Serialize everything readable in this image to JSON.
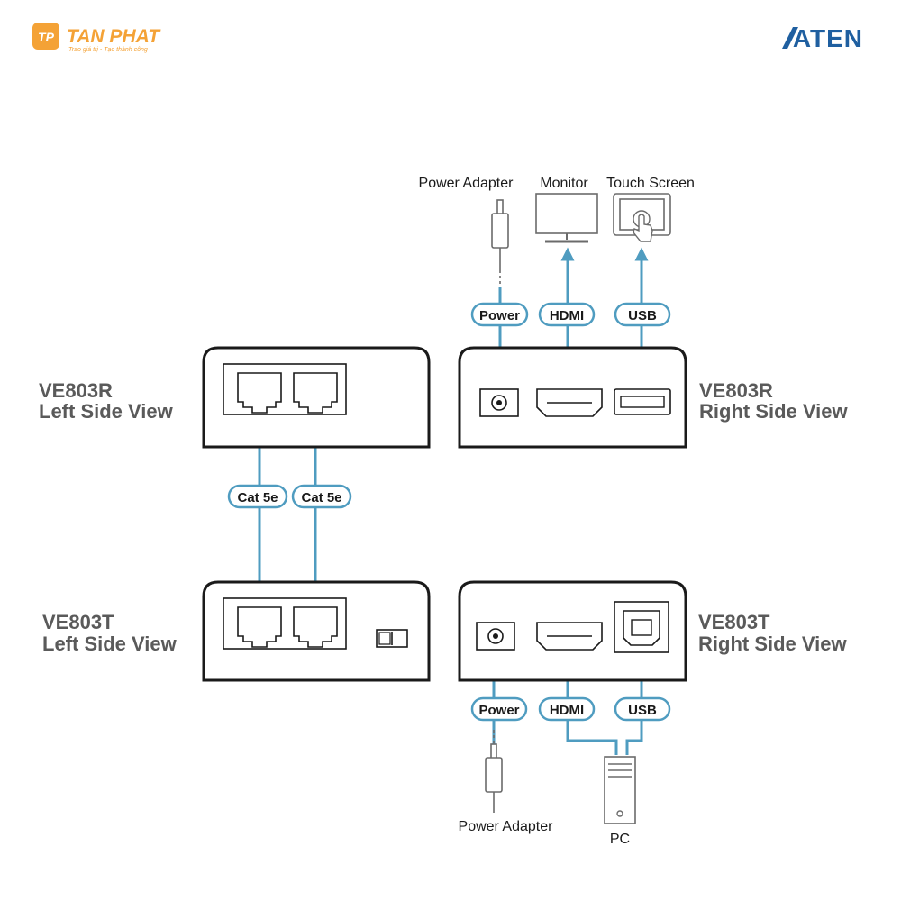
{
  "brand": {
    "dealer_name": "TAN PHAT",
    "dealer_tagline": "Trao giá trị - Tạo thành công",
    "dealer_badge": "TP",
    "maker": "ATEN",
    "dealer_color": "#f4a236",
    "maker_color": "#1f5fa0"
  },
  "colors": {
    "cable": "#4f9cc0",
    "outline": "#1a1a1a",
    "title": "#5a5a5a"
  },
  "views": {
    "r_left": {
      "model": "VE803R",
      "side": "Left Side View"
    },
    "r_right": {
      "model": "VE803R",
      "side": "Right Side View"
    },
    "t_left": {
      "model": "VE803T",
      "side": "Left Side View"
    },
    "t_right": {
      "model": "VE803T",
      "side": "Right Side View"
    }
  },
  "devices": {
    "top_power_adapter": "Power Adapter",
    "monitor": "Monitor",
    "touch_screen": "Touch Screen",
    "bottom_power_adapter": "Power Adapter",
    "pc": "PC"
  },
  "connections": {
    "top_power": "Power",
    "top_hdmi": "HDMI",
    "top_usb": "USB",
    "cat5e_1": "Cat 5e",
    "cat5e_2": "Cat 5e",
    "bottom_power": "Power",
    "bottom_hdmi": "HDMI",
    "bottom_usb": "USB"
  }
}
